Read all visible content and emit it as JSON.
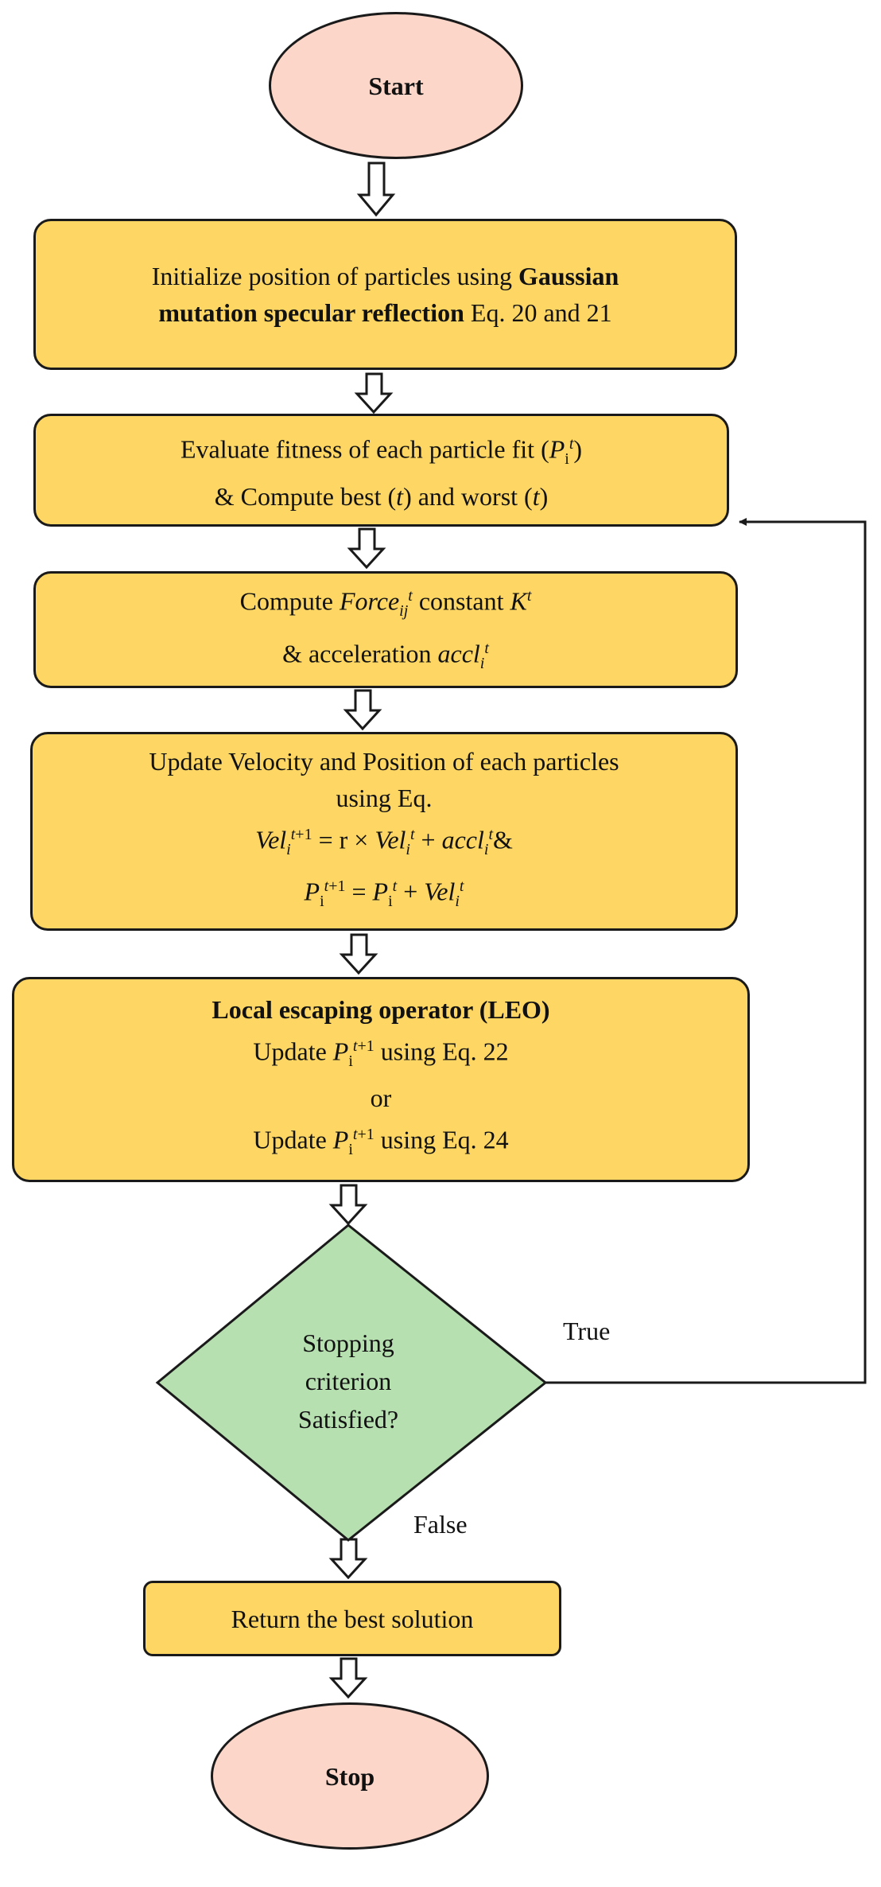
{
  "colors": {
    "process_fill": "#fdd663",
    "terminal_fill": "#fcd6c8",
    "decision_fill": "#b7e0b1",
    "stroke": "#1a1a1a"
  },
  "nodes": {
    "start": {
      "label": "Start"
    },
    "init": {
      "pre": "Initialize position of particles using ",
      "bold": "Gaussian mutation specular reflection",
      "post": " Eq. 20 and 21"
    },
    "evaluate": {
      "line1_pre": "Evaluate fitness of each particle fit ",
      "line2_pre": "& Compute best ",
      "line2_mid": " and worst "
    },
    "compute": {
      "line1_pre": "Compute ",
      "force_var": "Force",
      "line1_mid": " constant ",
      "line2_pre": "& acceleration ",
      "accl_var": "accl"
    },
    "update": {
      "line1": "Update Velocity and Position of each particles",
      "line2": "using Eq.",
      "vel_var": "Vel",
      "r": "r",
      "accl_var": "accl",
      "amp": "&"
    },
    "leo": {
      "title": "Local escaping operator (LEO)",
      "line1_pre": "Update ",
      "line1_post": " using Eq. 22",
      "or": "or",
      "line2_pre": "Update ",
      "line2_post": " using Eq. 24"
    },
    "decision": {
      "line1": "Stopping",
      "line2": "criterion",
      "line3": "Satisfied?"
    },
    "ret": {
      "label": "Return the best solution"
    },
    "stop": {
      "label": "Stop"
    }
  },
  "edges": {
    "true_label": "True",
    "false_label": "False"
  }
}
